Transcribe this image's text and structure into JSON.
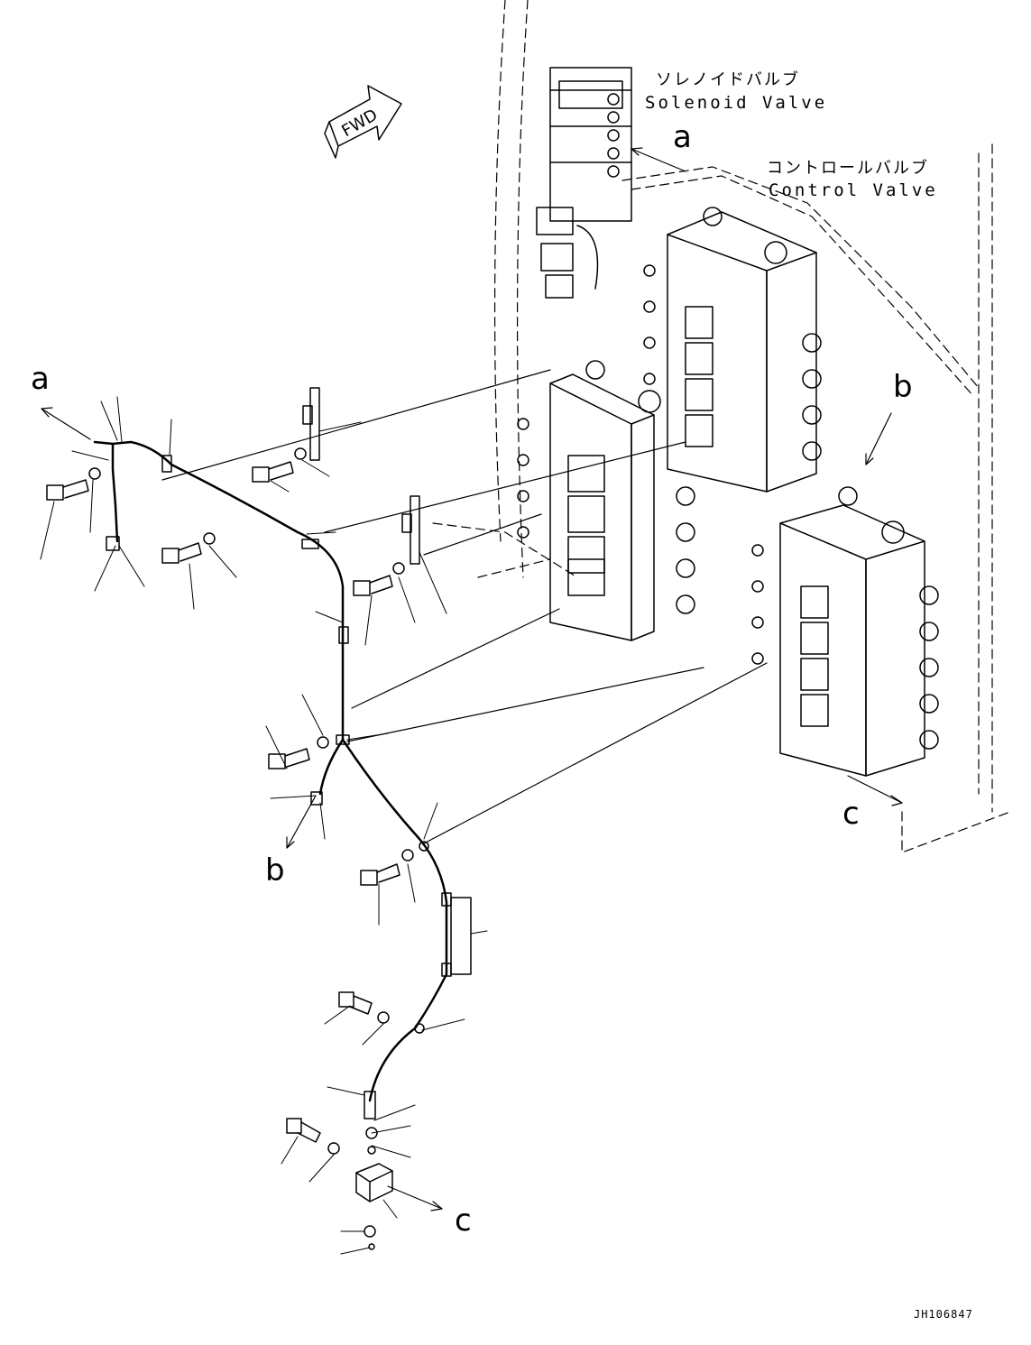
{
  "labels": {
    "solenoid_valve_jp": "ソレノイドバルブ",
    "solenoid_valve_en": "Solenoid Valve",
    "control_valve_jp": "コントロールバルブ",
    "control_valve_en": "Control Valve",
    "fwd": "FWD",
    "ref_a": "a",
    "ref_b": "b",
    "ref_c": "c",
    "drawing_code": "JH106847"
  }
}
